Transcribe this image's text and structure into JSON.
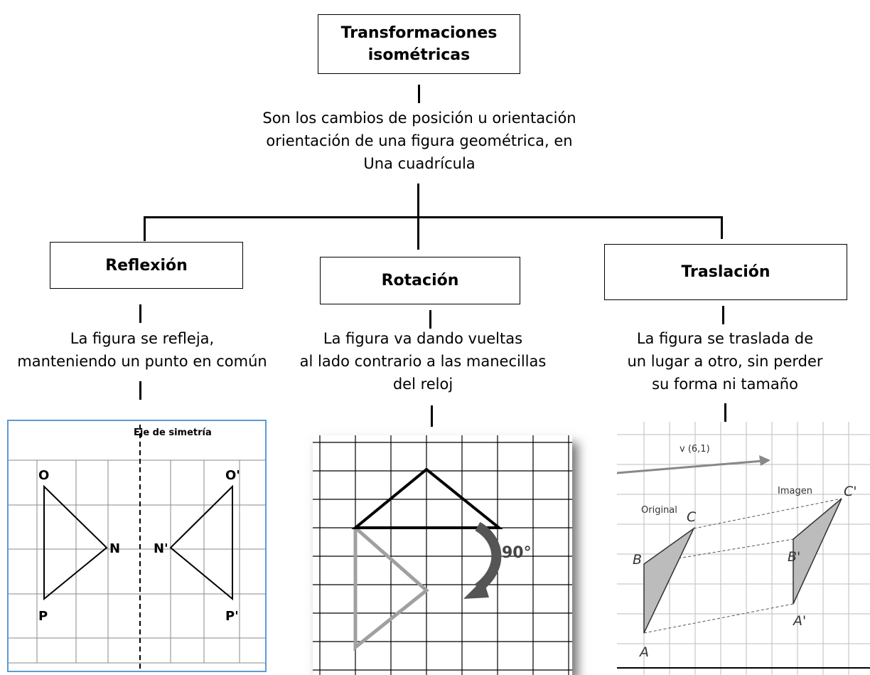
{
  "root": {
    "title_line1": "Transformaciones",
    "title_line2": "isométricas",
    "definition_line1": "Son los cambios de posición u orientación",
    "definition_line2": "orientación de una figura geométrica, en",
    "definition_line3": "Una cuadrícula"
  },
  "branches": [
    {
      "title": "Reflexión",
      "desc_line1": "La figura se refleja,",
      "desc_line2": "manteniendo un punto en común",
      "desc_line3": "",
      "figure": {
        "axis_label": "Eje de simetría",
        "vertices": [
          "O",
          "N",
          "P",
          "O'",
          "N'",
          "P'"
        ]
      }
    },
    {
      "title": "Rotación",
      "desc_line1": "La figura va dando vueltas",
      "desc_line2": "al lado contrario a las manecillas",
      "desc_line3": "del reloj",
      "figure": {
        "angle_label": "90°"
      }
    },
    {
      "title": "Traslación",
      "desc_line1": "La figura se traslada de",
      "desc_line2": "un lugar a otro, sin perder",
      "desc_line3": "su forma ni tamaño",
      "figure": {
        "vector_label": "v (6,1)",
        "original_label": "Original",
        "image_label": "Imagen",
        "vertices": [
          "A",
          "B",
          "C",
          "A'",
          "B'",
          "C'"
        ]
      }
    }
  ],
  "colors": {
    "reflection_frame": "#5b9bd5",
    "grid": "#777777",
    "triangle_fill": "#bcbcbc",
    "rotation_ghost": "#9a9a9a",
    "arrow": "#555555"
  }
}
